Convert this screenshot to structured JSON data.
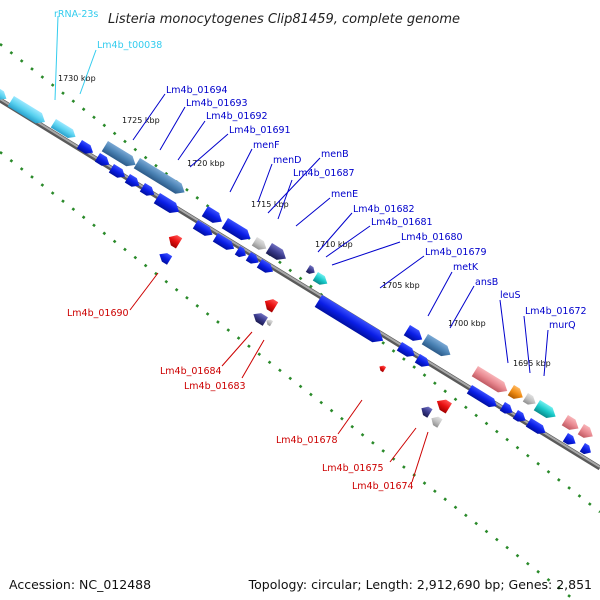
{
  "title": "Listeria monocytogenes Clip81459, complete genome",
  "footer": {
    "accession": "Accession: NC_012488",
    "summary": "Topology: circular; Length: 2,912,690 bp; Genes: 2,851"
  },
  "colors": {
    "forward_gene": "#0a1ee6",
    "reverse_gene": "#e81010",
    "rrna": "#5ad2f0",
    "operon_steel": "#4a82b4",
    "backbone": "#8c8c8c",
    "tick_green": "#2a8a2a",
    "pink_gene": "#e88890",
    "orange_gene": "#f08c14",
    "teal_gene": "#18c8c8"
  },
  "scale_ticks": [
    "1730 kbp",
    "1725 kbp",
    "1720 kbp",
    "1715 kbp",
    "1710 kbp",
    "1705 kbp",
    "1700 kbp",
    "1695 kbp"
  ],
  "labels_top": {
    "rrna": "rRNA-23s",
    "trna": "Lm4b_t00038",
    "forward": [
      "Lm4b_01694",
      "Lm4b_01693",
      "Lm4b_01692",
      "Lm4b_01691",
      "menF",
      "menD",
      "menB",
      "Lm4b_01687",
      "menE",
      "Lm4b_01682",
      "Lm4b_01681",
      "Lm4b_01680",
      "Lm4b_01679",
      "metK",
      "ansB",
      "leuS",
      "Lm4b_01672",
      "murQ"
    ]
  },
  "labels_bottom": [
    "Lm4b_01690",
    "Lm4b_01684",
    "Lm4b_01683",
    "Lm4b_01678",
    "Lm4b_01675",
    "Lm4b_01674"
  ]
}
